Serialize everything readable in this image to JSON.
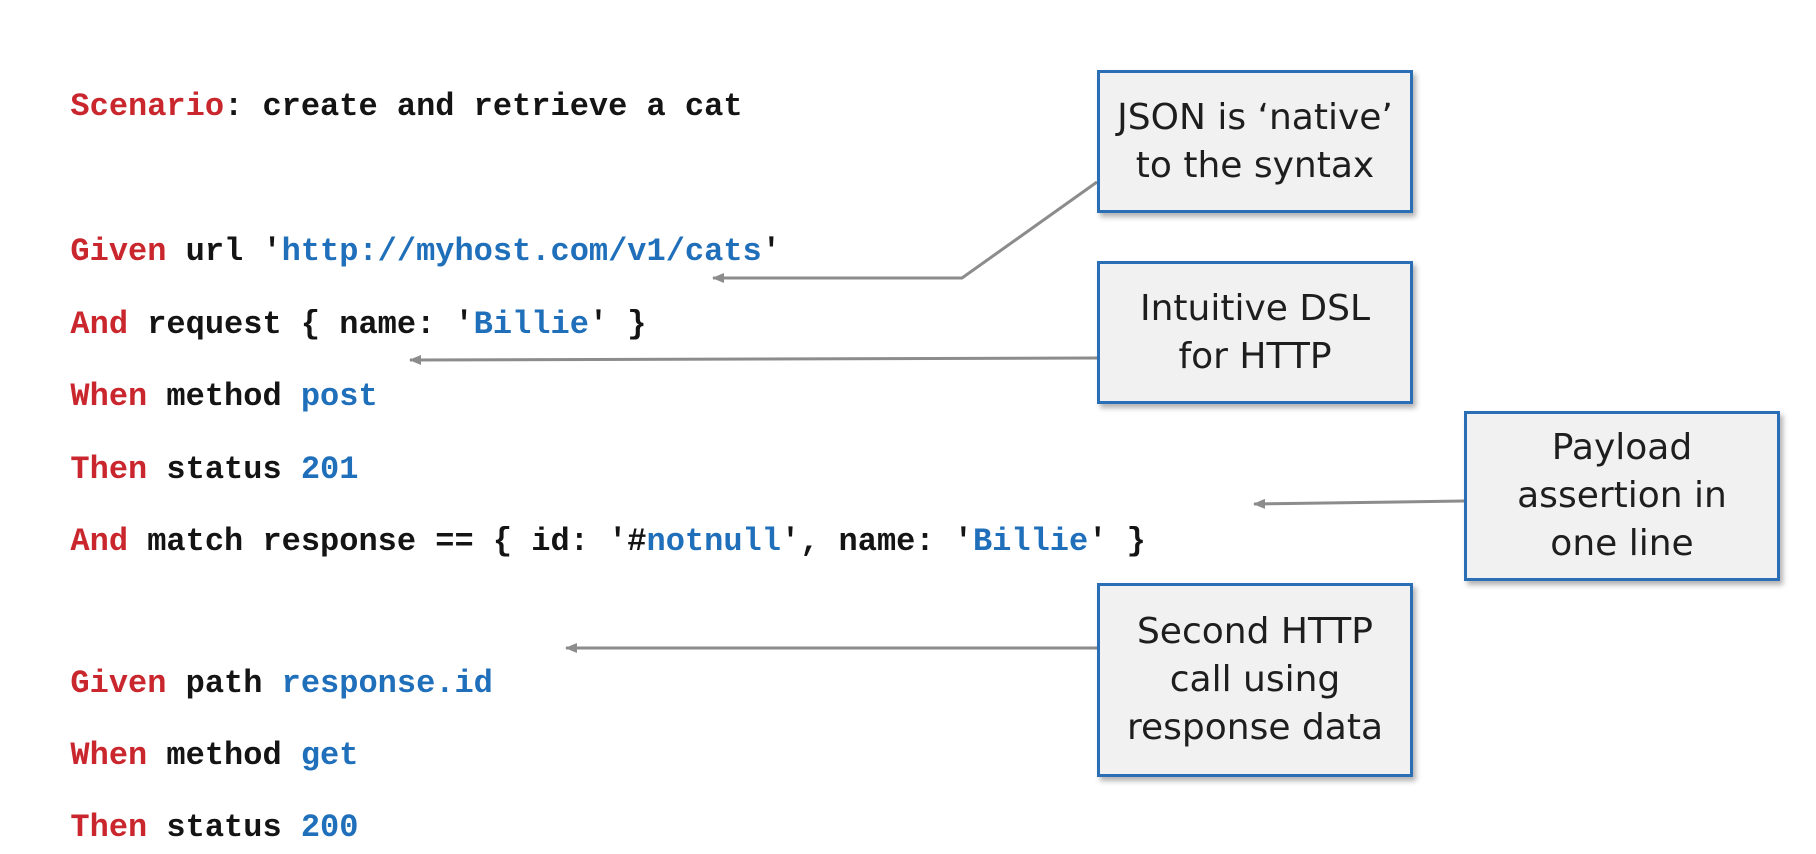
{
  "code": {
    "line1": {
      "keyword": "Scenario",
      "rest": ": create and retrieve a cat"
    },
    "line2": {
      "keyword": "Given",
      "mid": " url '",
      "value": "http://myhost.com/v1/cats",
      "end": "'"
    },
    "line3": {
      "keyword": "And",
      "mid": " request { name: '",
      "value": "Billie",
      "end": "' }"
    },
    "line4": {
      "keyword": "When",
      "mid": " method ",
      "value": "post"
    },
    "line5": {
      "keyword": "Then",
      "mid": " status ",
      "value": "201"
    },
    "line6": {
      "keyword": "And",
      "mid1": " match response == { id: '#",
      "value1": "notnull",
      "mid2": "', name: '",
      "value2": "Billie",
      "end": "' }"
    },
    "line7": {
      "keyword": "Given",
      "mid": " path ",
      "value": "response.id"
    },
    "line8": {
      "keyword": "When",
      "mid": " method ",
      "value": "get"
    },
    "line9": {
      "keyword": "Then",
      "mid": " status ",
      "value": "200"
    }
  },
  "callouts": {
    "json_native": {
      "line1": "JSON is ‘native’",
      "line2": "to the syntax"
    },
    "intuitive_dsl": {
      "line1": "Intuitive DSL",
      "line2": "for HTTP"
    },
    "payload_assertion": {
      "line1": "Payload",
      "line2": "assertion in",
      "line3": "one line"
    },
    "second_call": {
      "line1": "Second HTTP",
      "line2": "call using",
      "line3": "response data"
    }
  },
  "colors": {
    "keyword": "#c9272d",
    "value": "#1f6fba",
    "text": "#141414",
    "callout_border": "#2a6fb6",
    "callout_fill": "#f1f1f1",
    "arrow": "#8c8c8c"
  }
}
